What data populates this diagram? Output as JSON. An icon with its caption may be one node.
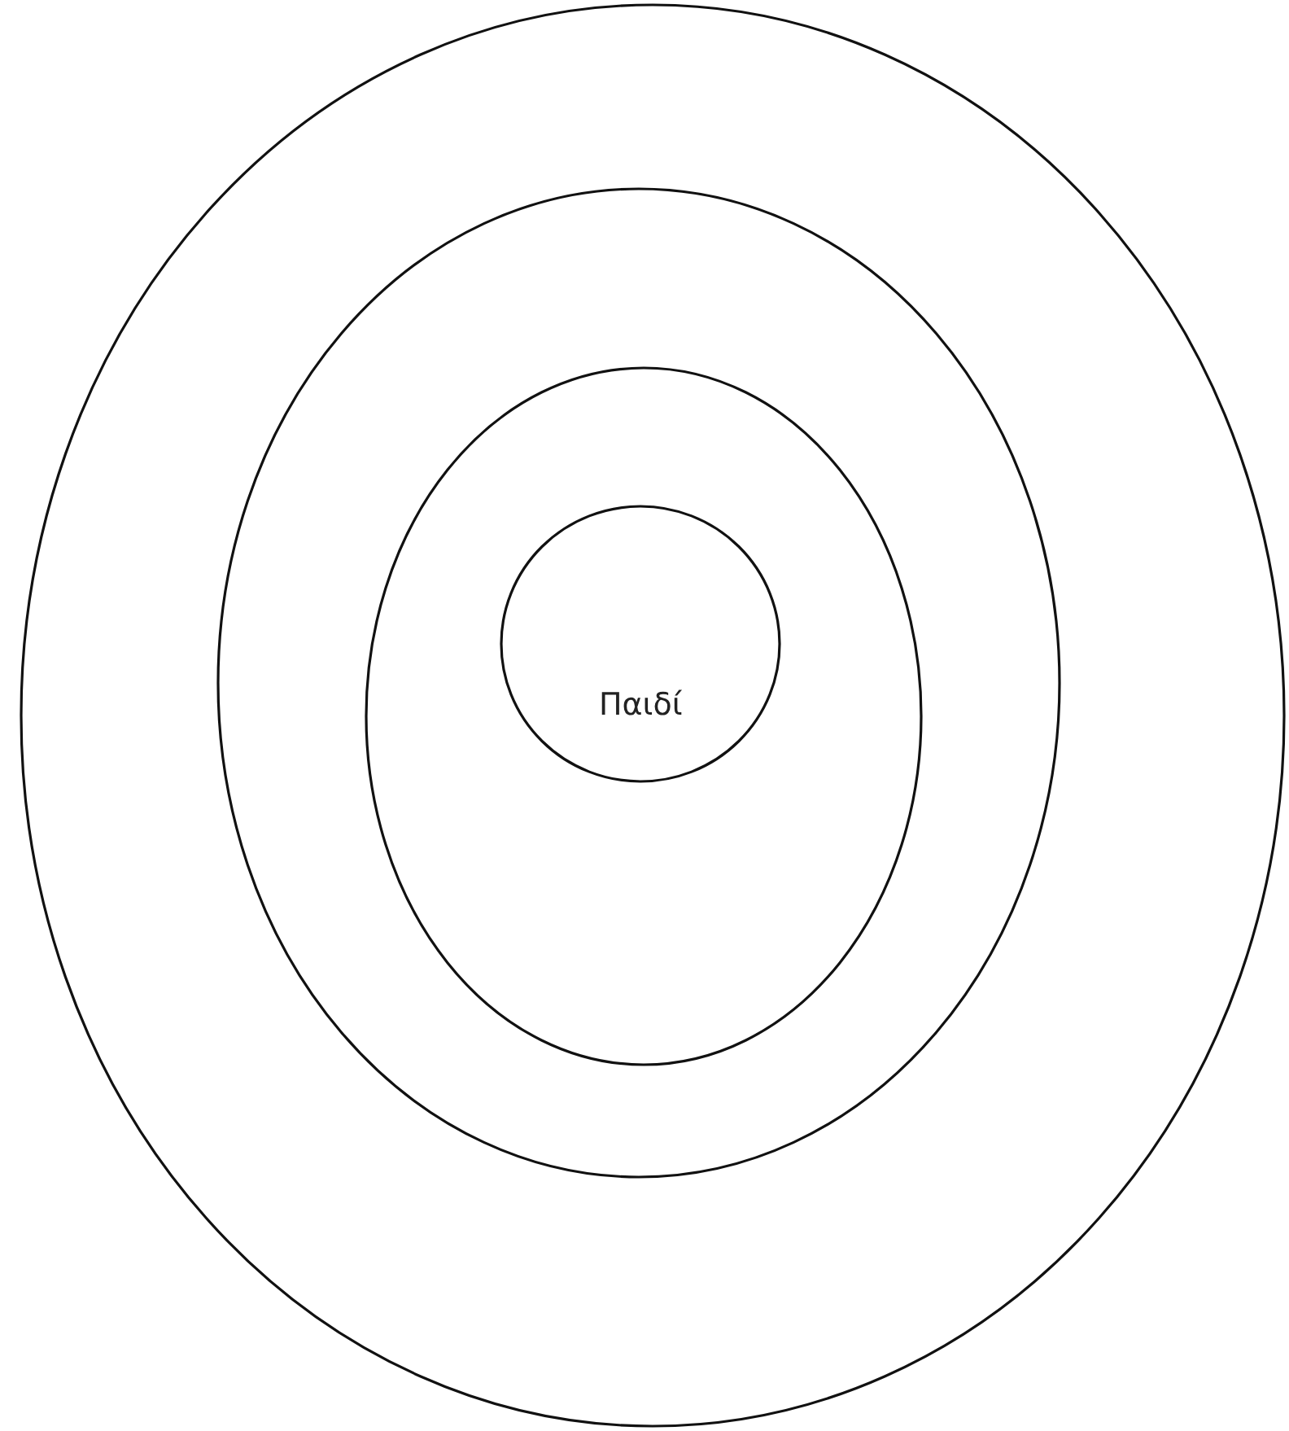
{
  "diagram": {
    "nodes": [
      {
        "text": [],
        "shape": "ellipse"
      },
      {
        "text": [],
        "shape": "ellipse",
        "in": 0
      },
      {
        "text": [],
        "shape": "ellipse",
        "in": 1
      },
      {
        "text": [
          "Παιδί"
        ],
        "in": 2
      }
    ]
  }
}
